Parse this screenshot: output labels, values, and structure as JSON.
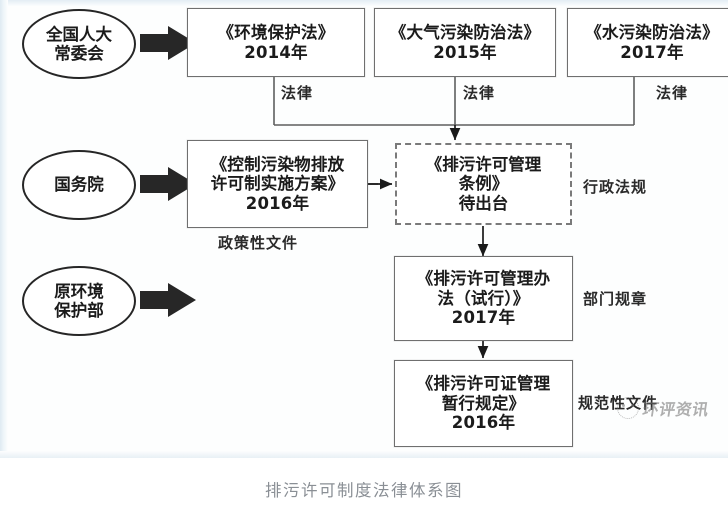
{
  "figure": {
    "caption": "排污许可制度法律体系图",
    "watermark": {
      "text": "环评资讯",
      "logo_icon": "panda-logo-icon"
    },
    "colors": {
      "box_border": "#6f6f6f",
      "dashed_border": "#7a7a7a",
      "ellipse_border": "#262626",
      "arrow": "#1a1a1a",
      "caption_text": "#8a8f95",
      "background": "#ffffff"
    },
    "actors": [
      {
        "id": "npc",
        "label_line1": "全国人大",
        "label_line2": "常委会"
      },
      {
        "id": "state-council",
        "label_line1": "国务院",
        "label_line2": ""
      },
      {
        "id": "mep",
        "label_line1": "原环境",
        "label_line2": "保护部"
      }
    ],
    "laws": [
      {
        "id": "law-environment",
        "title": "《环境保护法》",
        "year": "2014年",
        "edge_label": "法律"
      },
      {
        "id": "law-air",
        "title": "《大气污染防治法》",
        "year": "2015年",
        "edge_label": "法律"
      },
      {
        "id": "law-water",
        "title": "《水污染防治法》",
        "year": "2017年",
        "edge_label": "法律"
      }
    ],
    "documents": [
      {
        "id": "policy-plan",
        "title_line1": "《控制污染物排放",
        "title_line2": "许可制实施方案》",
        "year": "2016年",
        "category_label": "政策性文件"
      },
      {
        "id": "regulation-draft",
        "title_line1": "《排污许可管理",
        "title_line2": "条例》",
        "status": "待出台",
        "category_label": "行政法规",
        "style": "dashed"
      },
      {
        "id": "measures-trial",
        "title_line1": "《排污许可管理办",
        "title_line2": "法（试行）》",
        "year": "2017年",
        "category_label": "部门规章"
      },
      {
        "id": "interim-provisions",
        "title_line1": "《排污许可证管理",
        "title_line2": "暂行规定》",
        "year": "2016年",
        "category_label": "规范性文件"
      }
    ]
  }
}
